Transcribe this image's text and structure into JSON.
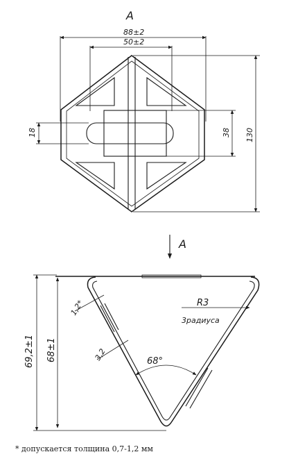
{
  "top_view": {
    "view_label": "A",
    "dim_overall_width": "88±2",
    "dim_inner_width": "50±2",
    "dim_slot_height": "18",
    "dim_middle_height": "38",
    "dim_overall_height": "130"
  },
  "section_view": {
    "view_arrow_label": "A",
    "dim_outer_height": "69,2±1",
    "dim_inner_height": "68±1",
    "dim_thickness": "1,2*",
    "dim_rib": "3,2",
    "dim_angle": "68°",
    "radius_label": "R3",
    "radius_note": "3радиуса"
  },
  "footnote": "* допускается толщина 0,7-1,2 мм"
}
